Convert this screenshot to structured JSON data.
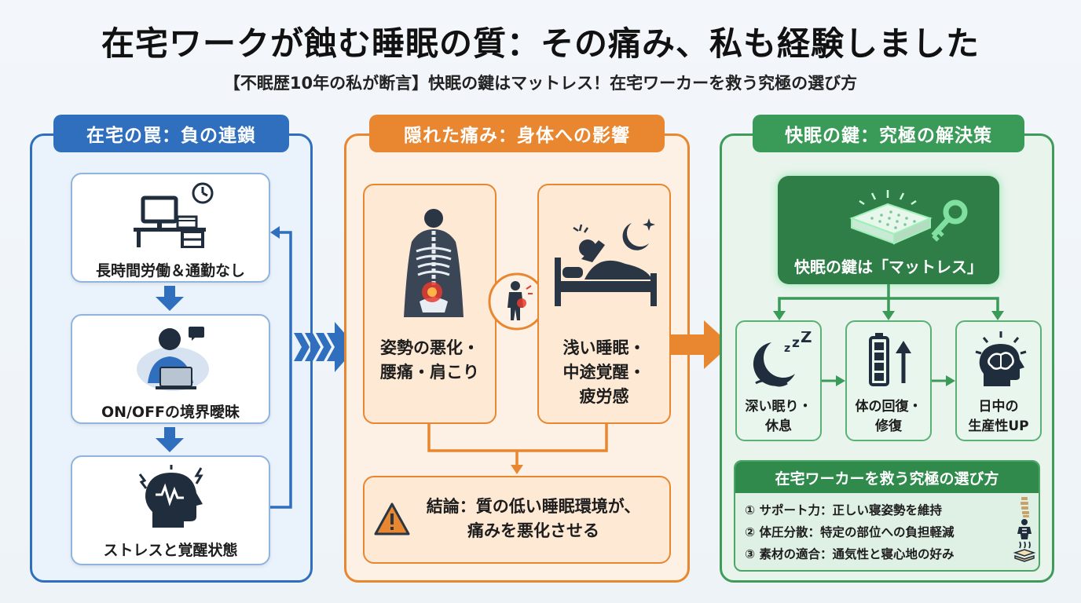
{
  "title": "在宅ワークが蝕む睡眠の質：その痛み、私も経験しました",
  "subtitle": "【不眠歴10年の私が断言】快眠の鍵はマットレス！在宅ワーカーを救う究極の選び方",
  "colors": {
    "blue": "#2f6fbd",
    "orange": "#e8872f",
    "green": "#3a9a58",
    "dark_green": "#2f8a4b"
  },
  "left": {
    "header": "在宅の罠：負の連鎖",
    "cards": [
      {
        "label": "長時間労働＆通勤なし",
        "icon": "desk-clock-icon"
      },
      {
        "label": "ON/OFFの境界曖昧",
        "icon": "person-laptop-icon"
      },
      {
        "label": "ストレスと覚醒状態",
        "icon": "stress-head-icon"
      }
    ]
  },
  "middle": {
    "header": "隠れた痛み：身体への影響",
    "card_left": {
      "line1": "姿勢の悪化・",
      "line2": "腰痛・肩こり",
      "icon": "spine-pain-icon"
    },
    "card_right": {
      "line1": "浅い睡眠・",
      "line2": "中途覚醒・",
      "line3": "疲労感",
      "icon": "restless-sleep-icon"
    },
    "center_icon": "back-pain-person-icon",
    "conclusion": {
      "line1": "結論：質の低い睡眠環境が、",
      "line2": "痛みを悪化させる",
      "icon": "warning-icon"
    }
  },
  "right": {
    "header": "快眠の鍵：究極の解決策",
    "key_label": "快眠の鍵は「マットレス」",
    "benefits": [
      {
        "line1": "深い眠り・",
        "line2": "休息",
        "icon": "moon-zzz-icon"
      },
      {
        "line1": "体の回復・",
        "line2": "修復",
        "icon": "battery-up-icon"
      },
      {
        "line1": "日中の",
        "line2": "生産性UP",
        "icon": "brain-idea-icon"
      }
    ],
    "methods_title": "在宅ワーカーを救う究極の選び方",
    "methods": [
      {
        "text": "① サポート力：正しい寝姿勢を維持",
        "icon": "spine-icon"
      },
      {
        "text": "② 体圧分散：特定の部位への負担軽減",
        "icon": "body-pressure-icon"
      },
      {
        "text": "③ 素材の適合：通気性と寝心地の好み",
        "icon": "layers-icon"
      }
    ]
  }
}
